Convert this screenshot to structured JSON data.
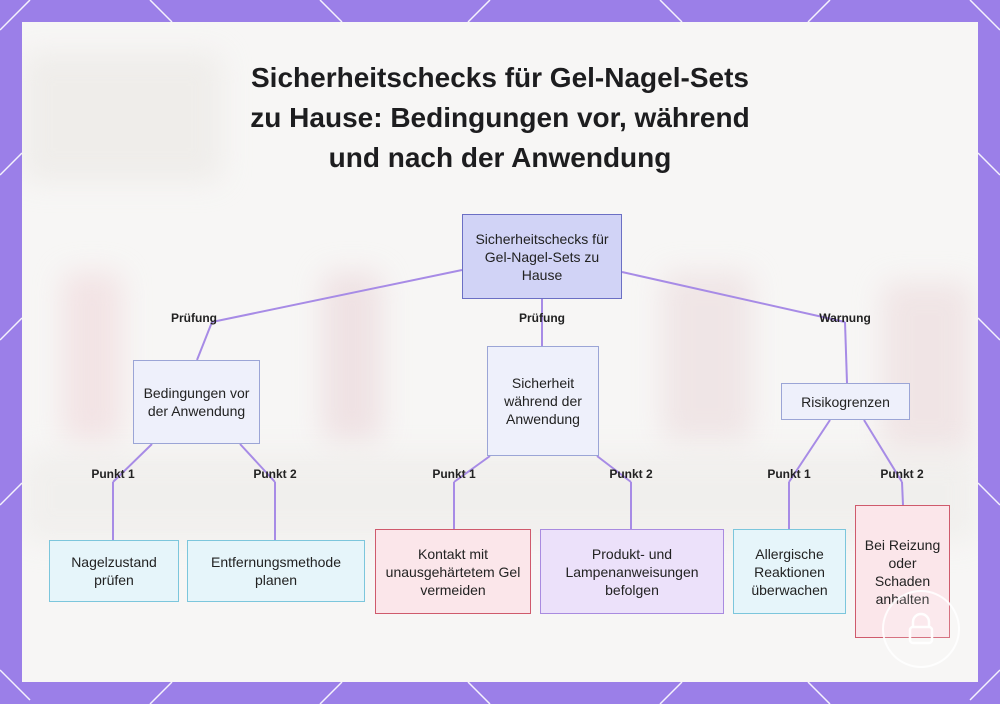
{
  "title_lines": [
    "Sicherheitschecks für Gel-Nagel-Sets",
    "zu Hause: Bedingungen vor, während",
    "und nach der Anwendung"
  ],
  "nodes": {
    "root": "Sicherheitschecks für Gel-Nagel-Sets zu Hause",
    "before": "Bedingungen vor der Anwendung",
    "during": "Sicherheit während der Anwendung",
    "risk": "Risikogrenzen",
    "nail_check": "Nagelzustand prüfen",
    "removal_plan": "Entfernungsmethode planen",
    "avoid_contact": "Kontakt mit unausgehärtetem Gel vermeiden",
    "follow_instructions": "Produkt- und Lampenanweisungen befolgen",
    "monitor_allergy": "Allergische Reaktionen überwachen",
    "stop_irritation": "Bei Reizung oder Schaden anhalten"
  },
  "edge_labels": {
    "root_before": "Prüfung",
    "root_during": "Prüfung",
    "root_risk": "Warnung",
    "before_1": "Punkt 1",
    "before_2": "Punkt 2",
    "during_1": "Punkt 1",
    "during_2": "Punkt 2",
    "risk_1": "Punkt 1",
    "risk_2": "Punkt 2"
  },
  "colors": {
    "frame": "#9b7fe8",
    "connector": "#a78be6",
    "root_fill": "#d1d3f6",
    "blue_fill": "#e6f5fa",
    "red_fill": "#fbe6ea",
    "purple_fill": "#ece1fa"
  },
  "icons": [
    "lock-icon"
  ]
}
